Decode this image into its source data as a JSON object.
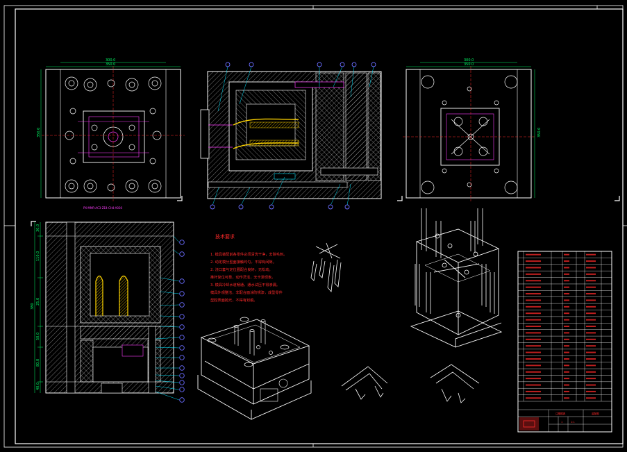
{
  "drawing": {
    "plan_caption": "PX-MMR-AC3-ZE4-CH4-A030",
    "dims": {
      "top_width": "350.0",
      "top_inner": "300.0",
      "left_height": "350.0",
      "right_width": "350.0",
      "right_inner": "300.0",
      "right_height": "350.0"
    },
    "section_dims": [
      "30.0",
      "110.0",
      "25.0",
      "50.0",
      "80.0",
      "40.0"
    ],
    "section_total": "380"
  },
  "tech_req": {
    "title": "技术要求",
    "lines": [
      "1. 模具装配前各零件必须清洗干净，去除毛刺。",
      "2. 动定模分型面接触均匀，不得有间隙。",
      "2. 浇口套与定位圈配合良好，无松动。",
      "推杆复位可靠，动作灵活，无卡滞现象。",
      "3. 模具冷却水道畅通，通水试压不得渗漏。",
      "模具外观整洁，非配合面涂防锈漆，成型零件",
      "型腔表面抛光，不得有划痕。"
    ]
  },
  "title_block": {
    "drawing_title": "注塑模具",
    "drawing_name": "装配图",
    "scale": "1:1",
    "sheet": "1",
    "rows": 23
  },
  "colors": {
    "background": "#000000",
    "outline": "#ffffff",
    "hatch": "#ffffff",
    "dimension": "#00ff66",
    "leader": "#00e5ff",
    "balloon": "#6a6cff",
    "text": "#ff2a2a",
    "cooling": "#ff3cff",
    "part": "#ffd400"
  }
}
